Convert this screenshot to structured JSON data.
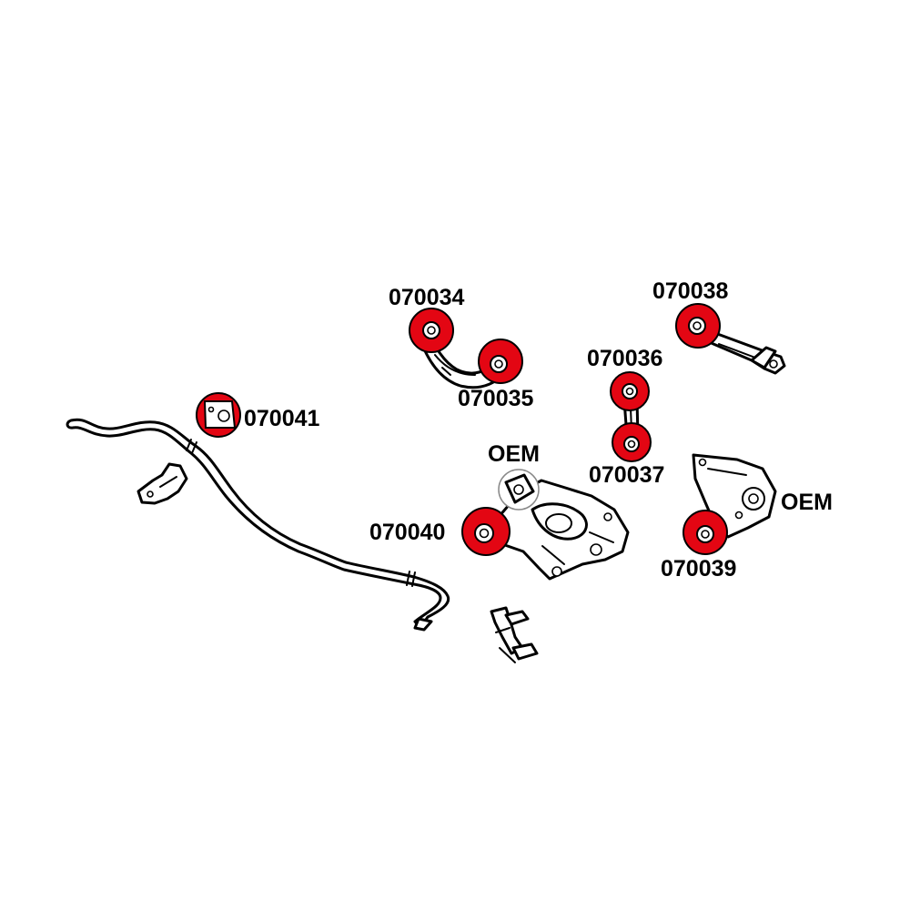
{
  "colors": {
    "highlight": "#e30613",
    "line": "#000000",
    "background": "#ffffff"
  },
  "labels": {
    "p070034": "070034",
    "p070035": "070035",
    "p070036": "070036",
    "p070037": "070037",
    "p070038": "070038",
    "p070039": "070039",
    "p070040": "070040",
    "p070041": "070041",
    "oem_subframe": "OEM",
    "oem_knuckle": "OEM"
  }
}
